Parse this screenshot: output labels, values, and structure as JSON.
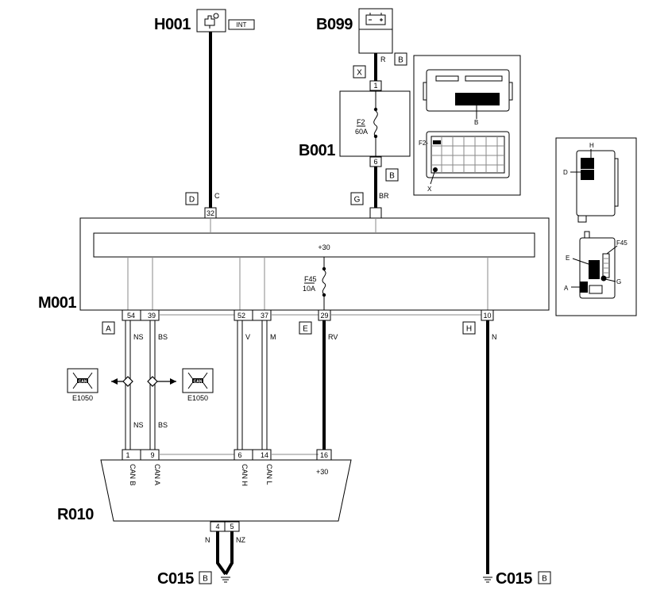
{
  "components": {
    "h001": {
      "id": "H001",
      "tag": "INT"
    },
    "b099": {
      "id": "B099"
    },
    "b001": {
      "id": "B001",
      "fuse": "F2",
      "fuse_rating": "60A"
    },
    "m001": {
      "id": "M001",
      "bus": "+30",
      "fuse": "F45",
      "fuse_rating": "10A"
    },
    "r010": {
      "id": "R010",
      "supply": "+30"
    },
    "c015_left": {
      "id": "C015",
      "ref": "B"
    },
    "c015_right": {
      "id": "C015",
      "ref": "B"
    },
    "e1050_left": {
      "id": "E1050",
      "icon": "CAN"
    },
    "e1050_right": {
      "id": "E1050",
      "icon": "CAN"
    }
  },
  "connectors": {
    "X": "X",
    "B_b099": "B",
    "B_b001": "B",
    "D": "D",
    "G": "G",
    "A": "A",
    "E": "E",
    "H": "H"
  },
  "pins": {
    "b001_in": "1",
    "b001_out": "6",
    "m001_32": "32",
    "m001_54": "54",
    "m001_39": "39",
    "m001_52": "52",
    "m001_37": "37",
    "m001_29": "29",
    "m001_10": "10",
    "r010_1": "1",
    "r010_9": "9",
    "r010_6": "6",
    "r010_14": "14",
    "r010_16": "16",
    "r010_4": "4",
    "r010_5": "5"
  },
  "wires": {
    "r": "R",
    "br": "BR",
    "c": "C",
    "ns_top": "NS",
    "bs_top": "BS",
    "v": "V",
    "m": "M",
    "rv": "RV",
    "n_right": "N",
    "ns_bot": "NS",
    "bs_bot": "BS",
    "n_gnd": "N",
    "nz": "NZ"
  },
  "r010_pins": {
    "can_b": "CAN B",
    "can_a": "CAN A",
    "can_h": "CAN H",
    "can_l": "CAN L"
  },
  "inset1": {
    "b": "B",
    "f2": "F2-",
    "x": "X"
  },
  "inset2": {
    "h": "H",
    "d": "D",
    "e": "E",
    "f45": "F45",
    "a": "A",
    "g": "G"
  }
}
